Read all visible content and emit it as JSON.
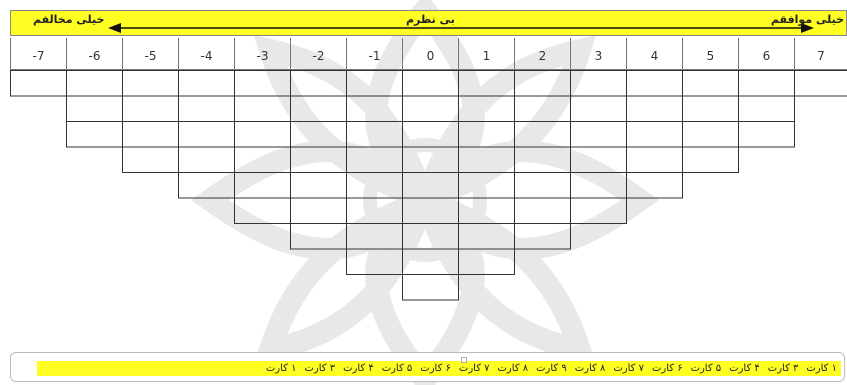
{
  "header": {
    "agree_label": "خیلی موافقم",
    "neutral_label": "بی نظرم",
    "disagree_label": "خیلی مخالفم"
  },
  "scale": {
    "values": [
      "-7",
      "-6",
      "-5",
      "-4",
      "-3",
      "-2",
      "-1",
      "0",
      "1",
      "2",
      "3",
      "4",
      "5",
      "6",
      "7"
    ]
  },
  "footer": {
    "cards": [
      "۱ کارت",
      "۳ کارت",
      "۴ کارت",
      "۵ کارت",
      "۶ کارت",
      "۷ کارت",
      "۸ کارت",
      "۹ کارت",
      "۸ کارت",
      "۷ کارت",
      "۶ کارت",
      "۵ کارت",
      "۴ کارت",
      "۳ کارت",
      "۱ کارت"
    ]
  },
  "colors": {
    "highlight": "#fefe22",
    "border": "#777777",
    "watermark": "#c9c9c9"
  },
  "icons": [
    "double-headed-arrow-icon",
    "star-watermark"
  ]
}
